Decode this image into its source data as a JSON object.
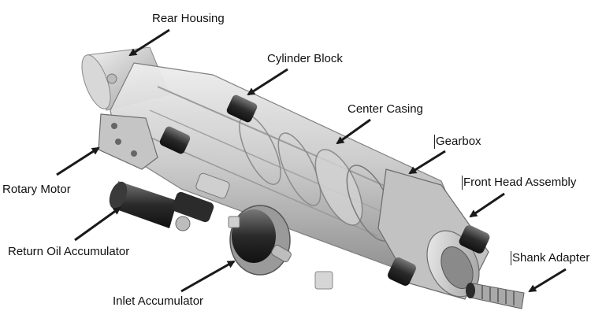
{
  "labels": {
    "rear_housing": "Rear Housing",
    "cylinder_block": "Cylinder Block",
    "center_casing": "Center Casing",
    "gearbox": "Gearbox",
    "front_head_assembly": "Front Head Assembly",
    "shank_adapter": "Shank Adapter",
    "rotary_motor": "Rotary Motor",
    "return_oil_accumulator": "Return Oil Accumulator",
    "inlet_accumulator": "Inlet Accumulator"
  },
  "colors": {
    "arrow": "#1a1a1a",
    "body_light": "#dcdcdc",
    "body_mid": "#b8b8b8",
    "body_dark": "#6e6e6e",
    "part_black": "#1e1e1e"
  }
}
